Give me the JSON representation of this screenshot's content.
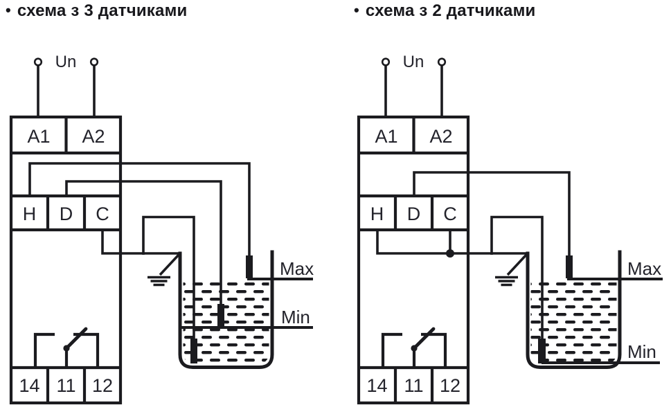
{
  "colors": {
    "bg": "#ffffff",
    "line": "#1b1b1f",
    "label": "#23232b",
    "title": "#18181c"
  },
  "diagrams": [
    {
      "bullet": "•",
      "title": "схема з 3 датчиками",
      "supply_label": "Un",
      "terminals_top": [
        "A1",
        "A2"
      ],
      "terminals_middle": [
        "H",
        "D",
        "C"
      ],
      "terminals_bottom": [
        "14",
        "11",
        "12"
      ],
      "level_labels": {
        "max": "Max",
        "min": "Min"
      }
    },
    {
      "bullet": "•",
      "title": "схема з 2 датчиками",
      "supply_label": "Un",
      "terminals_top": [
        "A1",
        "A2"
      ],
      "terminals_middle": [
        "H",
        "D",
        "C"
      ],
      "terminals_bottom": [
        "14",
        "11",
        "12"
      ],
      "level_labels": {
        "max": "Max",
        "min": "Min"
      }
    }
  ]
}
